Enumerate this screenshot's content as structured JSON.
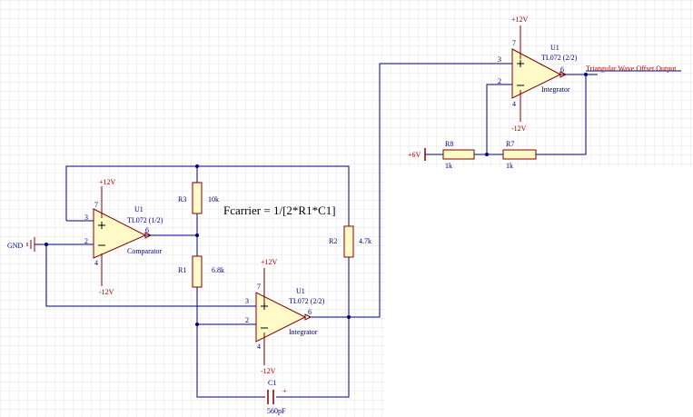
{
  "formula": "Fcarrier = 1/[2*R1*C1]",
  "power": {
    "u1a_pos": "+12V",
    "u1a_neg": "-12V",
    "u1b_pos": "+12V",
    "u1b_neg": "-12V",
    "u1c_pos": "+12V",
    "u1c_neg": "-12V"
  },
  "opamps": {
    "comparator": {
      "designator": "U1",
      "part": "TL072 (1/2)",
      "role": "Comparator",
      "pin_plus": "3",
      "pin_minus": "2",
      "pin_out": "6",
      "pin_vpos": "7",
      "pin_vneg": "4"
    },
    "integrator": {
      "designator": "U1",
      "part": "TL072 (2/2)",
      "role": "Integrator",
      "pin_plus": "3",
      "pin_minus": "2",
      "pin_out": "6",
      "pin_vpos": "7",
      "pin_vneg": "4"
    },
    "offset": {
      "designator": "U1",
      "part": "TL072 (2/2)",
      "role": "Integrator",
      "pin_plus": "3",
      "pin_minus": "2",
      "pin_out": "6",
      "pin_vpos": "7",
      "pin_vneg": "4"
    }
  },
  "resistors": {
    "r3": {
      "ref": "R3",
      "value": "10k"
    },
    "r1": {
      "ref": "R1",
      "value": "6.8k"
    },
    "r2": {
      "ref": "R2",
      "value": "4.7k"
    },
    "r8": {
      "ref": "R8",
      "value": "1k"
    },
    "r7": {
      "ref": "R7",
      "value": "1k"
    }
  },
  "capacitor": {
    "ref": "C1",
    "value": "560pF",
    "polarity": "+"
  },
  "net_labels": {
    "gnd": "GND",
    "plus6v": "+6V",
    "output": "Triangular Wave Offset Output"
  },
  "colors": {
    "wire": "#000080",
    "component": "#800000",
    "label_red": "#b00000",
    "grid": "#e6e6e6"
  }
}
